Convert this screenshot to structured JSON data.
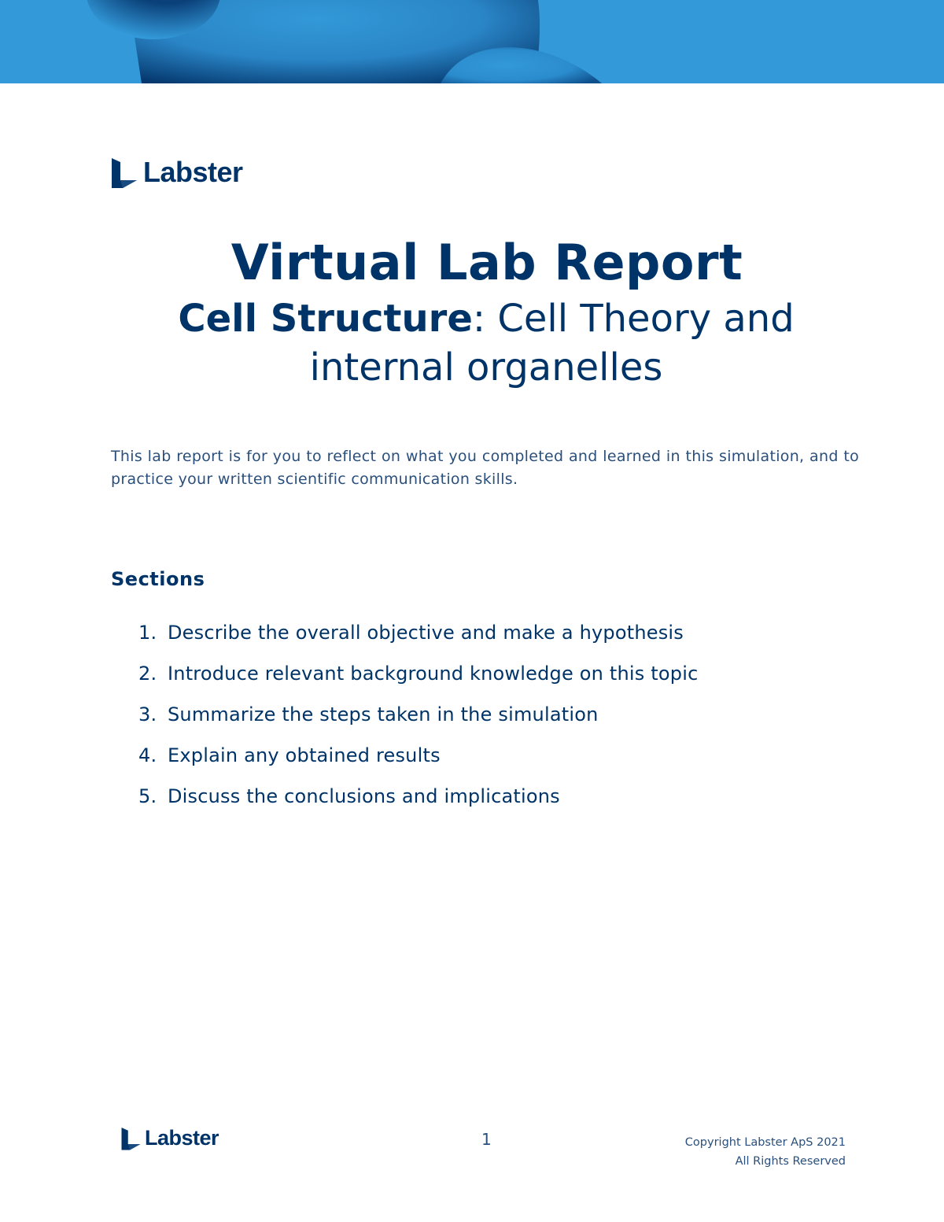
{
  "header": {
    "banner_color": "#3399d8",
    "brand_dark": "#003468"
  },
  "brand": {
    "logo_icon": "labster-logo-icon",
    "name": "Labster"
  },
  "document": {
    "title": "Virtual Lab Report",
    "subtitle_bold": "Cell Structure",
    "subtitle_rest": ": Cell Theory and internal organelles",
    "intro": "This lab report is for you to reflect on what you completed and learned in this simulation, and to practice your written scientific communication skills.",
    "sections_heading": "Sections",
    "sections": [
      {
        "num": "1.",
        "text": "Describe the overall objective and make a hypothesis"
      },
      {
        "num": "2.",
        "text": "Introduce relevant background knowledge on this topic"
      },
      {
        "num": "3.",
        "text": "Summarize the steps taken in the simulation"
      },
      {
        "num": "4.",
        "text": "Explain any obtained results"
      },
      {
        "num": "5.",
        "text": "Discuss the conclusions and implications"
      }
    ]
  },
  "footer": {
    "brand_name": "Labster",
    "page_number": "1",
    "copyright_line1": "Copyright Labster ApS 2021",
    "copyright_line2": "All Rights Reserved"
  }
}
